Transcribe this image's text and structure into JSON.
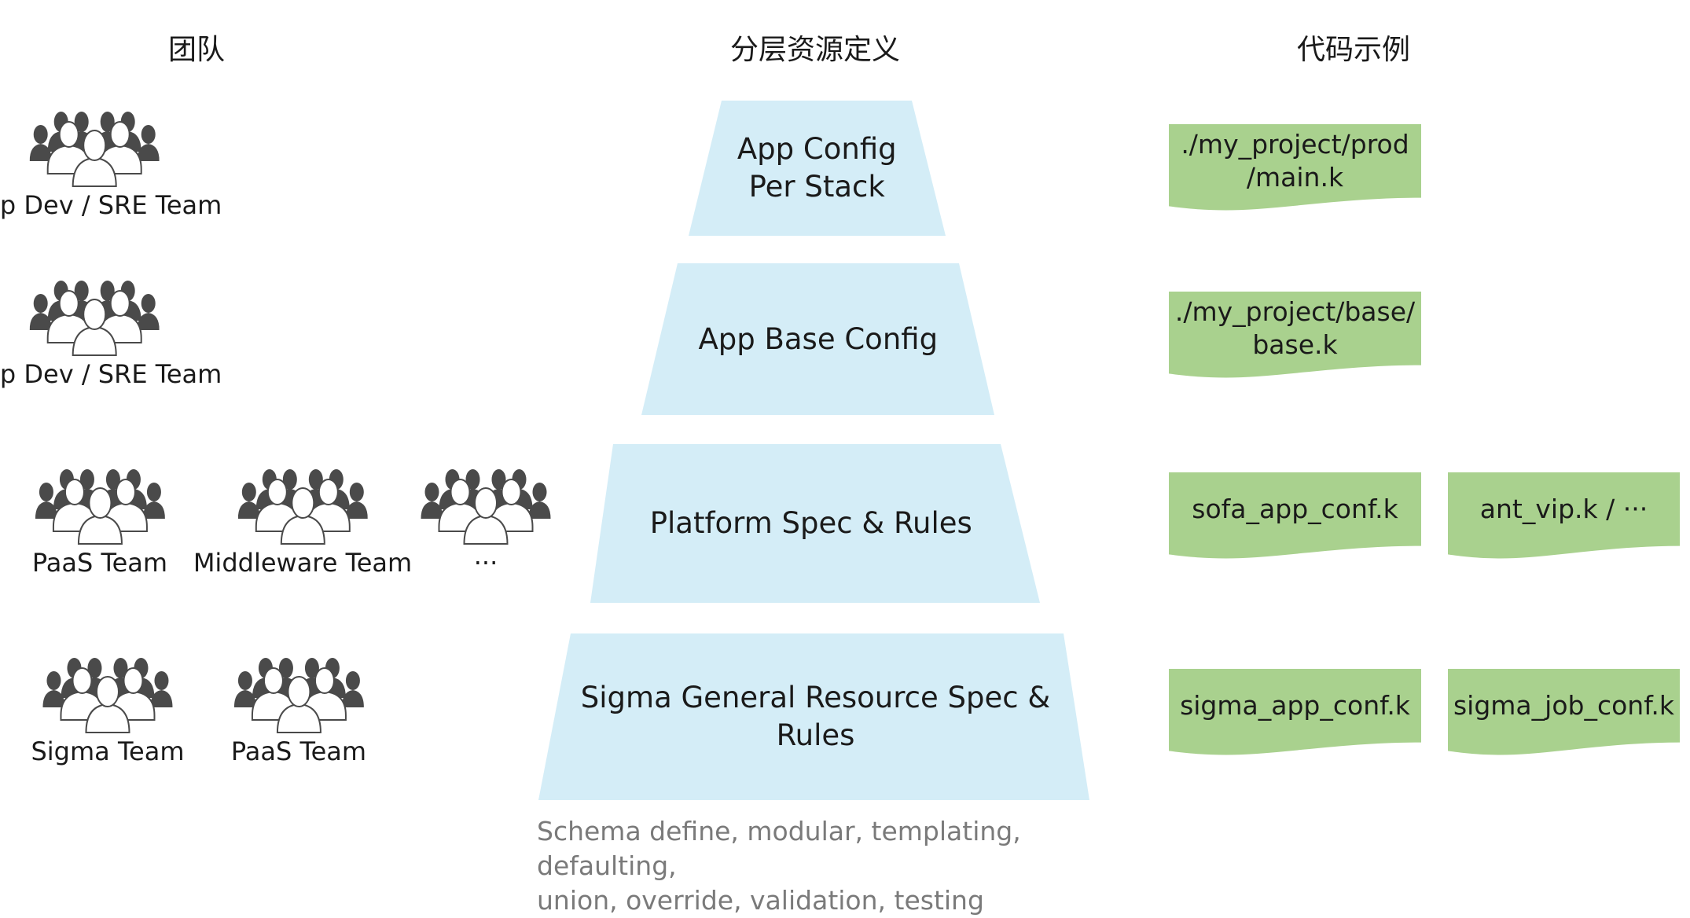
{
  "headers": {
    "teams": "团队",
    "layers": "分层资源定义",
    "code": "代码示例"
  },
  "colors": {
    "layer_fill": "#d4edf7",
    "code_fill": "#a9d18e",
    "icon_dark": "#4a4a4a",
    "caption_text": "#7a7a7a"
  },
  "rows": [
    {
      "teams": [
        {
          "label": "App Dev / SRE Team",
          "icon": "team-icon"
        }
      ],
      "layer": "App Config\nPer Stack",
      "code": [
        "./my_project/prod\n/main.k"
      ]
    },
    {
      "teams": [
        {
          "label": "App Dev / SRE Team",
          "icon": "team-icon"
        }
      ],
      "layer": "App Base Config",
      "code": [
        "./my_project/base/\nbase.k"
      ]
    },
    {
      "teams": [
        {
          "label": "PaaS Team",
          "icon": "team-icon"
        },
        {
          "label": "Middleware Team",
          "icon": "team-icon"
        },
        {
          "label": "···",
          "icon": "team-icon"
        }
      ],
      "layer": "Platform Spec & Rules",
      "code": [
        "sofa_app_conf.k",
        "ant_vip.k / ···"
      ]
    },
    {
      "teams": [
        {
          "label": "Sigma Team",
          "icon": "team-icon"
        },
        {
          "label": "PaaS Team",
          "icon": "team-icon"
        }
      ],
      "layer": "Sigma General Resource Spec &\nRules",
      "code": [
        "sigma_app_conf.k",
        "sigma_job_conf.k"
      ]
    }
  ],
  "caption": "Schema define, modular, templating, defaulting,\nunion, override, validation, testing"
}
